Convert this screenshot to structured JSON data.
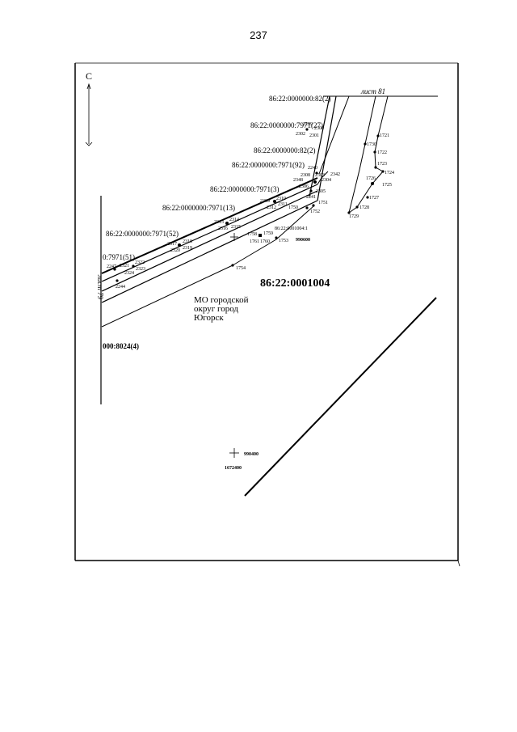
{
  "page": {
    "number": "237"
  },
  "map": {
    "north_label": "С",
    "sheet_top": "лист 81",
    "sheet_left": "лист 79",
    "quarter": "86:22:0001004",
    "municipality": [
      "МО городской",
      "округ город",
      "Югорск"
    ],
    "grid": {
      "x_mid": "990600",
      "x_low": "990400",
      "y_low": "1672400"
    },
    "parcels": {
      "p82_top": "86:22:0000000:82(2)",
      "p7971_27": "86:22:0000000:7971(27)",
      "p82_2": "86:22:0000000:82(2)",
      "p7971_92": "86:22:0000000:7971(92)",
      "p7971_3": "86:22:0000000:7971(3)",
      "p7971_13": "86:22:0000000:7971(13)",
      "p7971_52": "86:22:0000000:7971(52)",
      "p7971_51": "0:7971(51)",
      "p1004_1": "86:22:0001004:1",
      "p8024_4": "000:8024(4)"
    },
    "points": {
      "p2299": "2299",
      "p2300": "2300",
      "p2301": "2301",
      "p2302": "2302",
      "p2240": "2240",
      "p2308": "2308",
      "p2303": "2303",
      "p2342": "2342",
      "p2348": "2348",
      "p2304": "2304",
      "p2306": "2306",
      "p2305": "2305",
      "p2241": "2241",
      "p1751": "1751",
      "p2309": "2309",
      "p2310": "2310",
      "p2311": "2311",
      "p2312": "2312",
      "p1750": "1750",
      "p1752": "1752",
      "p2313": "2313",
      "p2314": "2314",
      "p2316": "2316",
      "p2315": "2315",
      "p1758": "1758",
      "p1759": "1759",
      "p1761": "1761",
      "p1760": "1760",
      "p1753": "1753",
      "p2317": "2317",
      "p2318": "2318",
      "p2320": "2320",
      "p2319": "2319",
      "p2247": "2247",
      "p2321": "2321",
      "p2322": "2322",
      "p2324": "2324",
      "p2323": "2323",
      "p2244": "2244",
      "p1754": "1754",
      "p1721": "1721",
      "p1730": "1730",
      "p1722": "1722",
      "p1723": "1723",
      "p1724": "1724",
      "p1726": "1726",
      "p1725": "1725",
      "p1727": "1727",
      "p1728": "1728",
      "p1729": "1729"
    }
  }
}
